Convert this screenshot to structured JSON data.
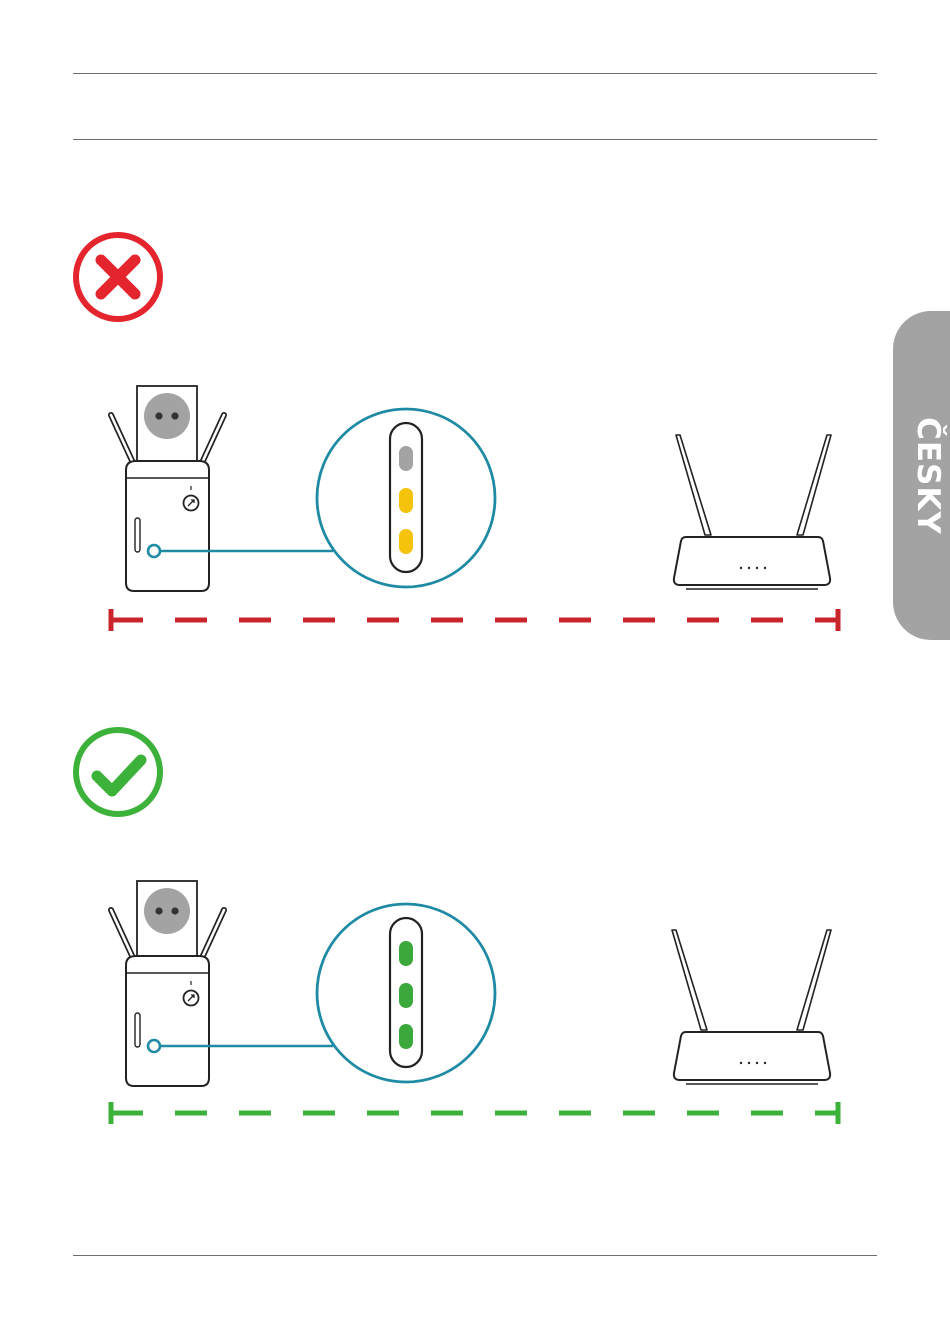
{
  "language_tab": {
    "label": "ČESKY",
    "color": "#a3a3a3"
  },
  "colors": {
    "bad": "#e4252d",
    "bad_line": "#c9252c",
    "good": "#3db23a",
    "callout": "#1f8aa3",
    "led_off": "#a3a3a3",
    "led_amber": "#f5c20c",
    "led_green": "#3aa83a"
  },
  "scenarios": [
    {
      "status": "incorrect",
      "status_icon": "cross-icon",
      "leds": [
        "off",
        "off",
        "amber"
      ]
    },
    {
      "status": "correct",
      "status_icon": "check-icon",
      "leds": [
        "green",
        "green",
        "green"
      ]
    }
  ],
  "router": {
    "led_dots": 4
  }
}
